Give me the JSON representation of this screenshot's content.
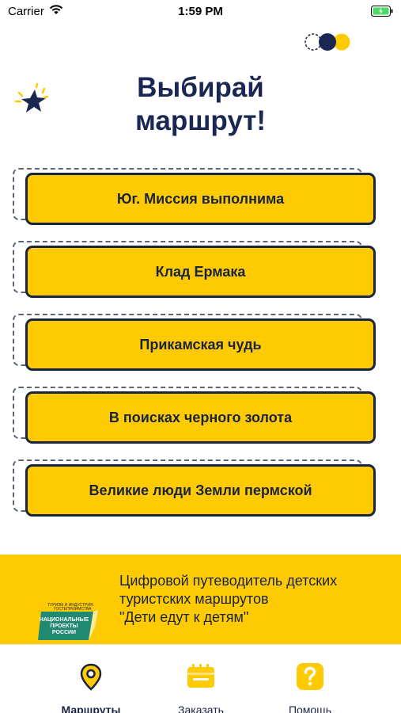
{
  "status_bar": {
    "carrier": "Carrier",
    "time": "1:59 PM"
  },
  "header": {
    "title_line1": "Выбирай",
    "title_line2": "маршрут!"
  },
  "routes": [
    {
      "label": "Юг. Миссия выполнима"
    },
    {
      "label": "Клад Ермака"
    },
    {
      "label": "Прикамская чудь"
    },
    {
      "label": "В поисках черного золота"
    },
    {
      "label": "Великие люди Земли пермской"
    }
  ],
  "banner": {
    "line1": "Цифровой путеводитель детских",
    "line2": "туристских маршрутов",
    "line3": "\"Дети едут к детям\"",
    "logo_small_line1": "ТУРИЗМ И ИНДУСТРИЯ",
    "logo_small_line2": "ГОСТЕПРИИМСТВА",
    "logo_big_line1": "НАЦИОНАЛЬНЫЕ",
    "logo_big_line2": "ПРОЕКТЫ",
    "logo_big_line3": "РОССИИ"
  },
  "tabs": [
    {
      "label": "Маршруты",
      "icon": "map-pin-icon",
      "active": true
    },
    {
      "label": "Заказать",
      "icon": "ticket-icon",
      "active": false
    },
    {
      "label": "Помощь",
      "icon": "help-icon",
      "active": false
    }
  ],
  "colors": {
    "accent_yellow": "#fecb03",
    "navy": "#1a2340",
    "battery_green": "#4cd964"
  }
}
